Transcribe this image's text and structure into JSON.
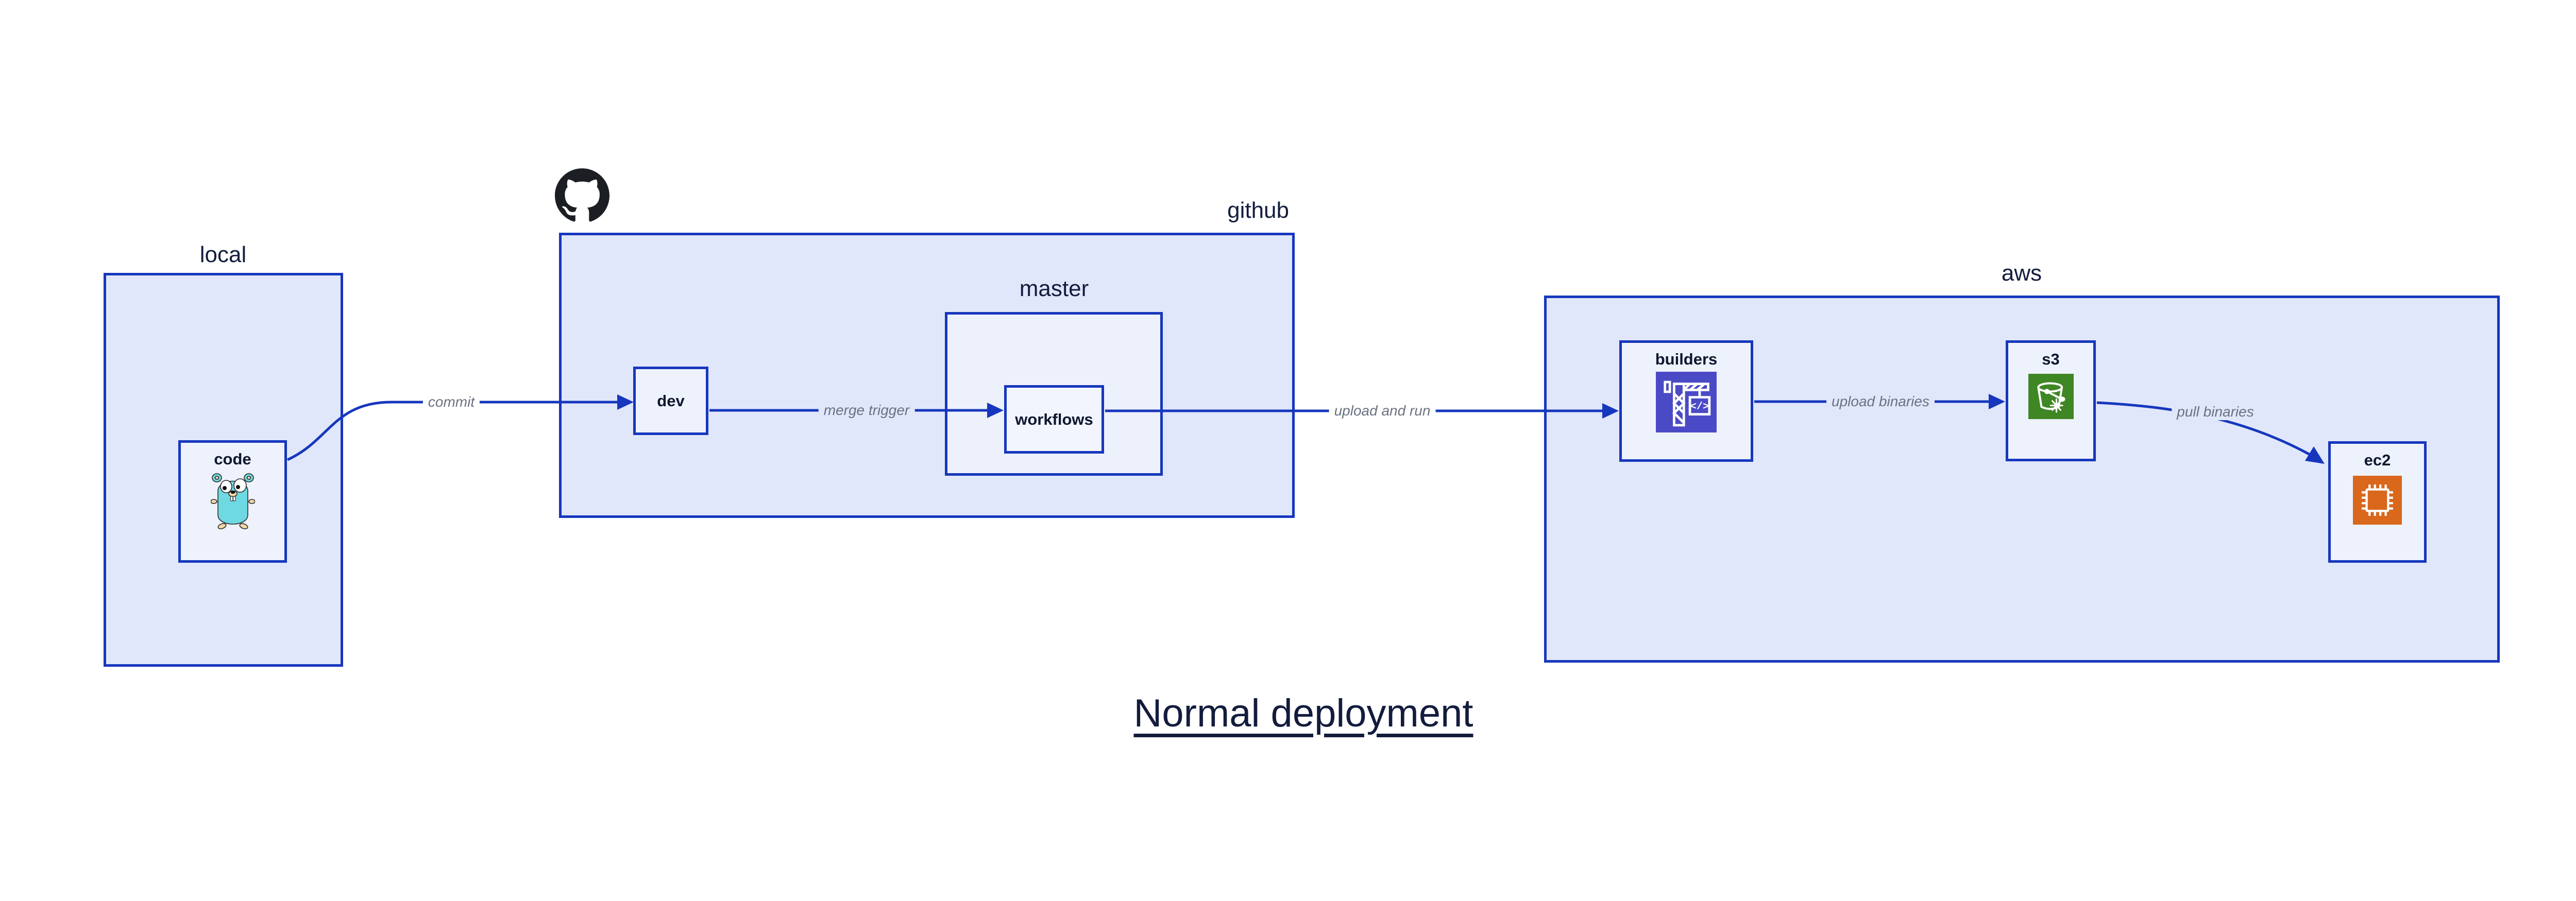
{
  "title": {
    "text": "Normal deployment"
  },
  "groups": {
    "local": {
      "label": "local"
    },
    "github": {
      "label": "github"
    },
    "master": {
      "label": "master"
    },
    "aws": {
      "label": "aws"
    }
  },
  "nodes": {
    "code": {
      "label": "code",
      "icon": "go-gopher-icon"
    },
    "dev": {
      "label": "dev"
    },
    "workflows": {
      "label": "workflows"
    },
    "builders": {
      "label": "builders",
      "icon": "codebuild-crane-icon"
    },
    "s3": {
      "label": "s3",
      "icon": "s3-glacier-bucket-icon"
    },
    "ec2": {
      "label": "ec2",
      "icon": "ec2-chip-icon"
    }
  },
  "edges": {
    "commit": {
      "label": "commit"
    },
    "merge_trigger": {
      "label": "merge trigger"
    },
    "upload_and_run": {
      "label": "upload and run"
    },
    "upload_binaries": {
      "label": "upload binaries"
    },
    "pull_binaries": {
      "label": "pull binaries"
    }
  },
  "icons": {
    "github_logo": "github-octocat-icon"
  },
  "colors": {
    "border_blue": "#1637bd",
    "group_fill": "#e1e7fa",
    "node_fill": "#eef2fc",
    "edge_label_gray": "#6a7280",
    "text_dark": "#131c3d",
    "codebuild_indigo": "#4b4ac6",
    "s3_green": "#3f8624",
    "ec2_orange": "#d9671c",
    "gopher_teal": "#6fd9e2",
    "octocat_black": "#1b1f23"
  }
}
